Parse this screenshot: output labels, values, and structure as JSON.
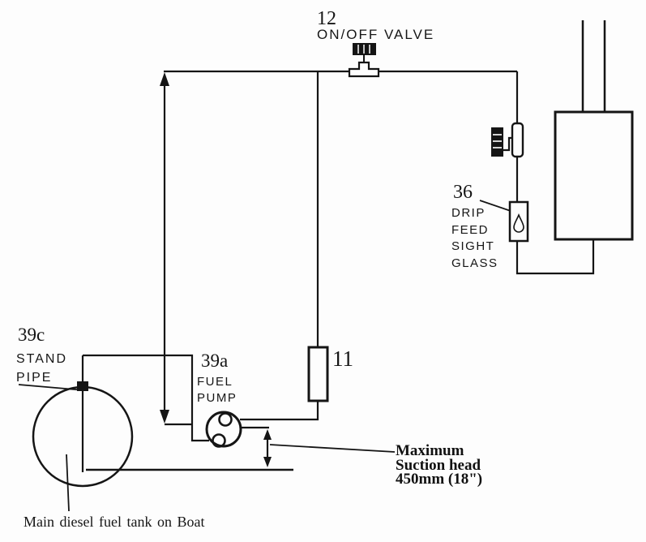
{
  "colors": {
    "ink": "#151515",
    "background": "#fdfdfd"
  },
  "components": {
    "onoff_valve": {
      "number": "12",
      "label": "ON/OFF VALVE"
    },
    "drip_sight_glass": {
      "number": "36",
      "line1": "DRIP",
      "line2": "FEED",
      "line3": "SIGHT",
      "line4": "GLASS"
    },
    "fuel_filter": {
      "number": "11"
    },
    "fuel_pump": {
      "number": "39a",
      "line1": "FUEL",
      "line2": "PUMP"
    },
    "stand_pipe": {
      "number": "39c",
      "line1": "STAND",
      "line2": "PIPE"
    },
    "suction_head_note": {
      "line1": "Maximum",
      "line2": "Suction head",
      "line3": "450mm (18\")"
    },
    "tank_caption": "Main diesel fuel tank on Boat"
  }
}
